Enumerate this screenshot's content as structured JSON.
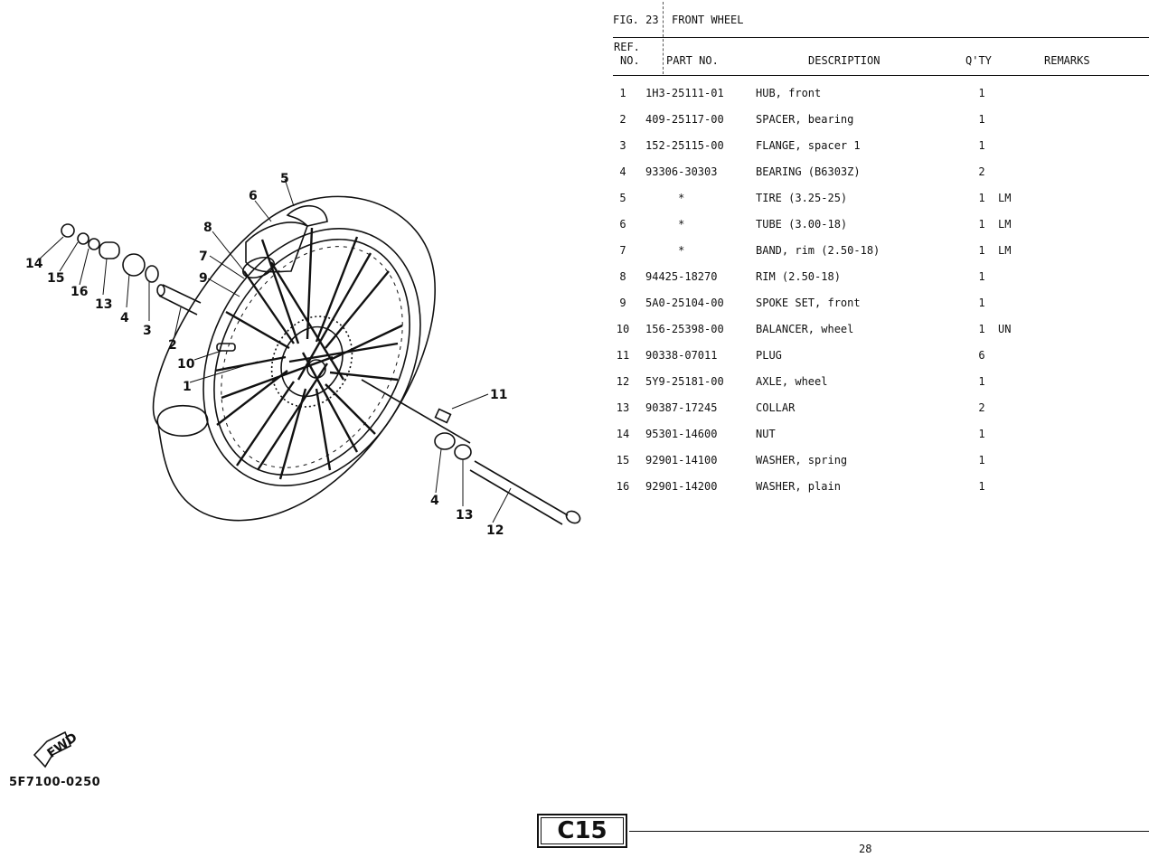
{
  "figure": {
    "label": "FIG. 23",
    "title": "FRONT WHEEL"
  },
  "table_headers": {
    "ref_line1": "REF.",
    "ref_line2": "NO.",
    "part_no": "PART NO.",
    "description": "DESCRIPTION",
    "qty": "Q'TY",
    "remarks": "REMARKS"
  },
  "parts": [
    {
      "ref": "1",
      "part_no": "1H3-25111-01",
      "description": "HUB, front",
      "qty": "1",
      "remarks": ""
    },
    {
      "ref": "2",
      "part_no": "409-25117-00",
      "description": "SPACER, bearing",
      "qty": "1",
      "remarks": ""
    },
    {
      "ref": "3",
      "part_no": "152-25115-00",
      "description": "FLANGE, spacer 1",
      "qty": "1",
      "remarks": ""
    },
    {
      "ref": "4",
      "part_no": "93306-30303",
      "description": "BEARING (B6303Z)",
      "qty": "2",
      "remarks": ""
    },
    {
      "ref": "5",
      "part_no": "     *",
      "description": "TIRE (3.25-25)",
      "qty": "1",
      "remarks": "LM"
    },
    {
      "ref": "6",
      "part_no": "     *",
      "description": "TUBE (3.00-18)",
      "qty": "1",
      "remarks": "LM"
    },
    {
      "ref": "7",
      "part_no": "     *",
      "description": "BAND, rim (2.50-18)",
      "qty": "1",
      "remarks": "LM"
    },
    {
      "ref": "8",
      "part_no": "94425-18270",
      "description": "RIM (2.50-18)",
      "qty": "1",
      "remarks": ""
    },
    {
      "ref": "9",
      "part_no": "5A0-25104-00",
      "description": "SPOKE SET, front",
      "qty": "1",
      "remarks": ""
    },
    {
      "ref": "10",
      "part_no": "156-25398-00",
      "description": "BALANCER, wheel",
      "qty": "1",
      "remarks": "UN"
    },
    {
      "ref": "11",
      "part_no": "90338-07011",
      "description": "PLUG",
      "qty": "6",
      "remarks": ""
    },
    {
      "ref": "12",
      "part_no": "5Y9-25181-00",
      "description": "AXLE, wheel",
      "qty": "1",
      "remarks": ""
    },
    {
      "ref": "13",
      "part_no": "90387-17245",
      "description": "COLLAR",
      "qty": "2",
      "remarks": ""
    },
    {
      "ref": "14",
      "part_no": "95301-14600",
      "description": "NUT",
      "qty": "1",
      "remarks": ""
    },
    {
      "ref": "15",
      "part_no": "92901-14100",
      "description": "WASHER, spring",
      "qty": "1",
      "remarks": ""
    },
    {
      "ref": "16",
      "part_no": "92901-14200",
      "description": "WASHER, plain",
      "qty": "1",
      "remarks": ""
    }
  ],
  "diagram": {
    "callouts": [
      "1",
      "2",
      "3",
      "4",
      "5",
      "6",
      "7",
      "8",
      "9",
      "10",
      "11",
      "12",
      "13",
      "14",
      "15",
      "16",
      "4",
      "13"
    ],
    "fwd_label": "FWD",
    "drawing_code": "5F7100-0250"
  },
  "footer": {
    "section_badge": "C15",
    "page_number": "28"
  }
}
